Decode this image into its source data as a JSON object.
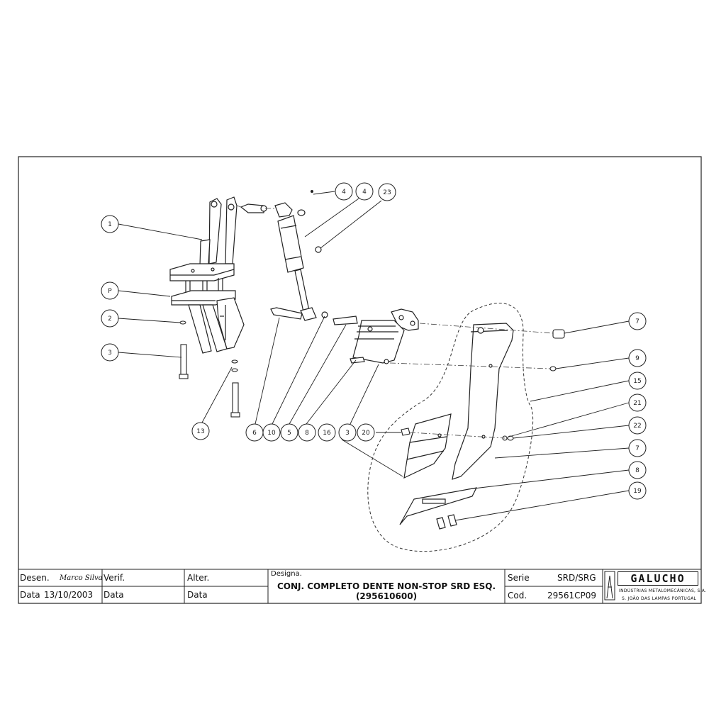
{
  "title_block": {
    "desenho_label": "Desen.",
    "desenho_signature": "Marco Silva",
    "verif_label": "Verif.",
    "alter_label": "Alter.",
    "data_label_1": "Data",
    "data_value": "13/10/2003",
    "data_label_2": "Data",
    "data_label_3": "Data",
    "designacao_label": "Designa.",
    "title_line1": "CONJ. COMPLETO DENTE NON-STOP SRD ESQ.",
    "title_line2": "(295610600)",
    "serie_label": "Serie",
    "serie_value": "SRD/SRG",
    "cod_label": "Cod.",
    "cod_value": "29561CP09",
    "company_logo": "GALUCHO",
    "company_line1": "INDÚSTRIAS METALOMECÂNICAS, S.A.",
    "company_line2": "S. JOÃO DAS LAMPAS   PORTUGAL"
  },
  "callouts": [
    {
      "id": "c-1",
      "label": "1"
    },
    {
      "id": "c-p",
      "label": "P"
    },
    {
      "id": "c-2",
      "label": "2"
    },
    {
      "id": "c-3a",
      "label": "3"
    },
    {
      "id": "c-13",
      "label": "13"
    },
    {
      "id": "c-4a",
      "label": "4"
    },
    {
      "id": "c-4b",
      "label": "4"
    },
    {
      "id": "c-23",
      "label": "23"
    },
    {
      "id": "c-6",
      "label": "6"
    },
    {
      "id": "c-10",
      "label": "10"
    },
    {
      "id": "c-5",
      "label": "5"
    },
    {
      "id": "c-8a",
      "label": "8"
    },
    {
      "id": "c-16",
      "label": "16"
    },
    {
      "id": "c-3b",
      "label": "3"
    },
    {
      "id": "c-20",
      "label": "20"
    },
    {
      "id": "c-7a",
      "label": "7"
    },
    {
      "id": "c-9",
      "label": "9"
    },
    {
      "id": "c-15",
      "label": "15"
    },
    {
      "id": "c-21",
      "label": "21"
    },
    {
      "id": "c-22",
      "label": "22"
    },
    {
      "id": "c-7b",
      "label": "7"
    },
    {
      "id": "c-8b",
      "label": "8"
    },
    {
      "id": "c-19",
      "label": "19"
    }
  ]
}
